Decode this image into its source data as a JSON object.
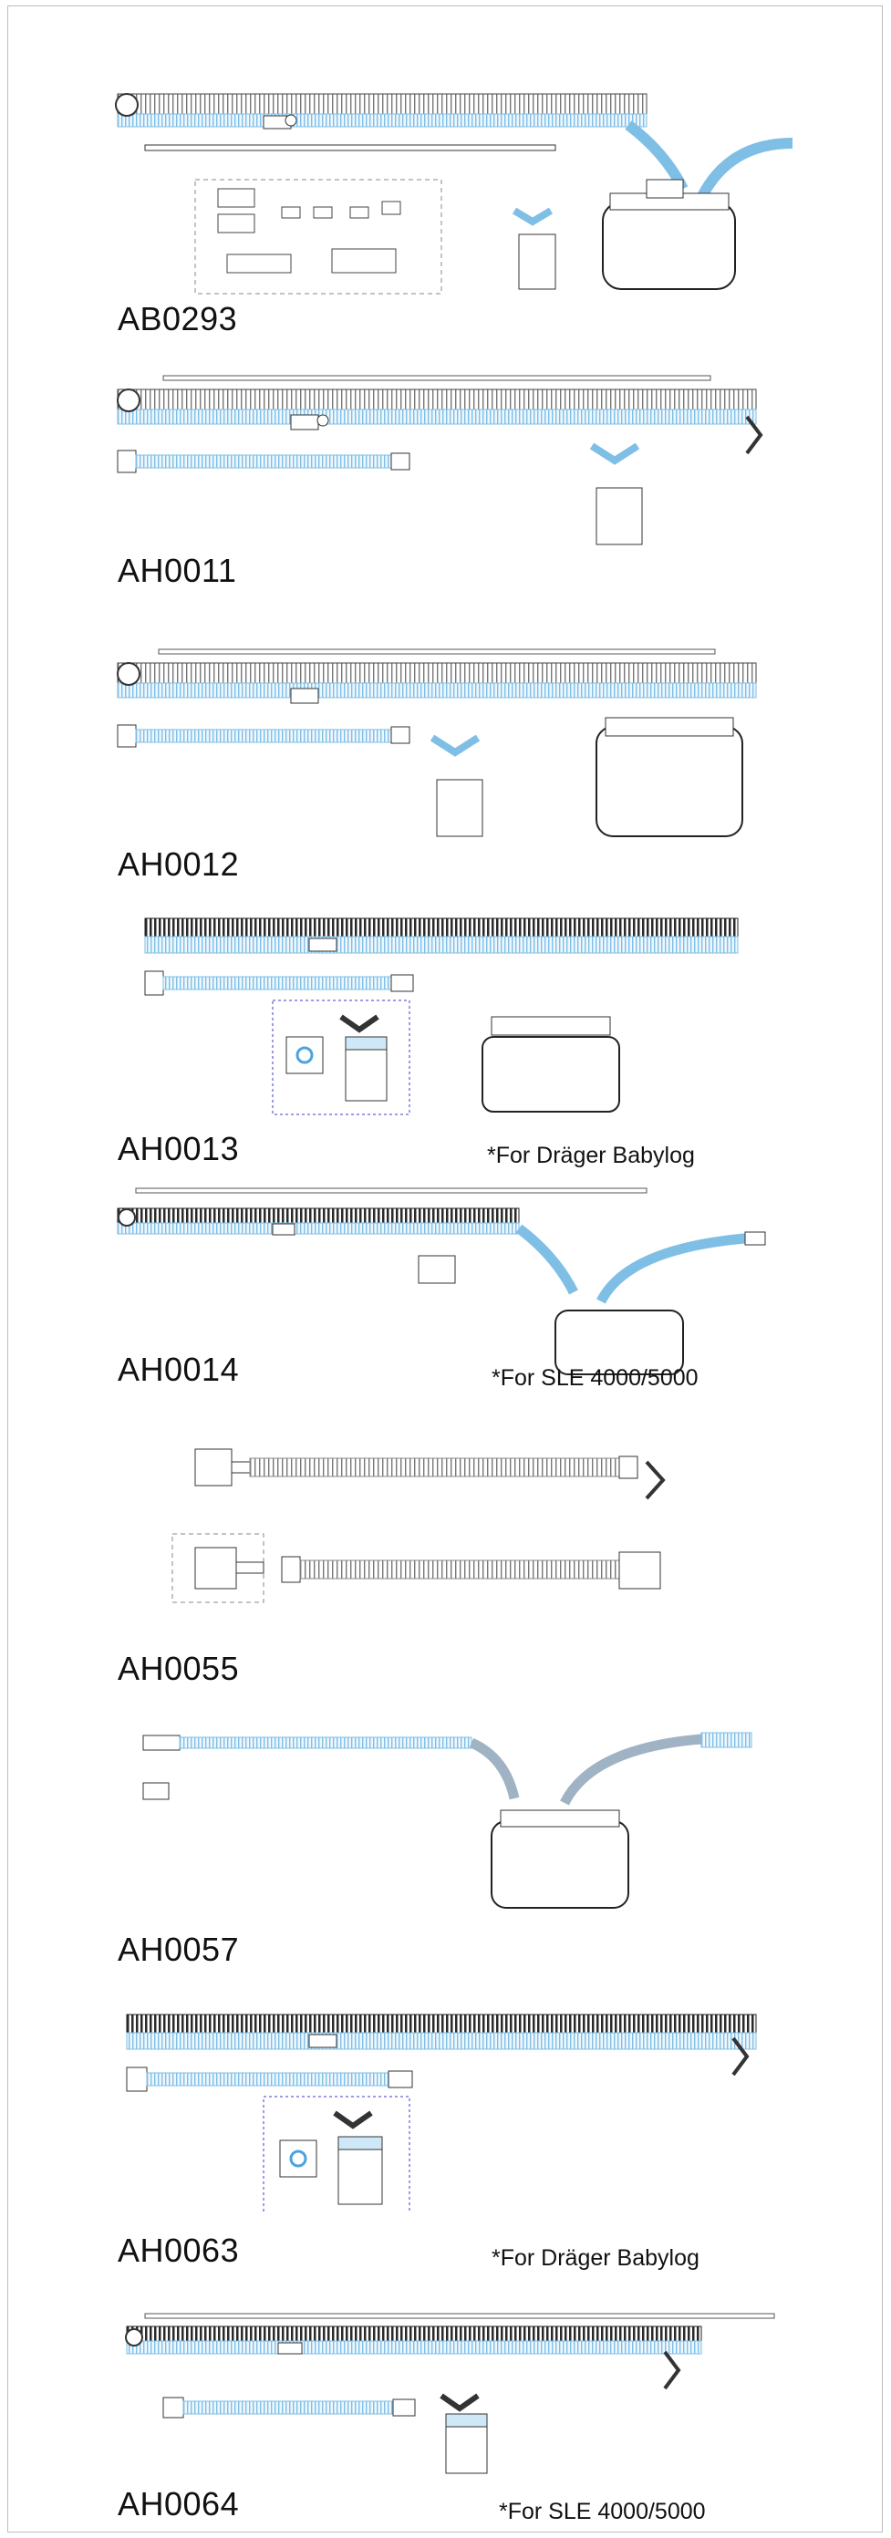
{
  "products": [
    {
      "code": "AB0293",
      "note": ""
    },
    {
      "code": "AH0011",
      "note": ""
    },
    {
      "code": "AH0012",
      "note": ""
    },
    {
      "code": "AH0013",
      "note": "*For Dräger Babylog"
    },
    {
      "code": "AH0014",
      "note": "*For SLE 4000/5000"
    },
    {
      "code": "AH0055",
      "note": ""
    },
    {
      "code": "AH0057",
      "note": ""
    },
    {
      "code": "AH0063",
      "note": "*For Dräger Babylog"
    },
    {
      "code": "AH0064",
      "note": "*For SLE 4000/5000"
    }
  ],
  "colors": {
    "tube_blue": "#8ec5e8",
    "line_dark": "#333333",
    "accent": "#4aa3df",
    "box_dash": "#888888",
    "box_blue": "#3a3ad0"
  }
}
